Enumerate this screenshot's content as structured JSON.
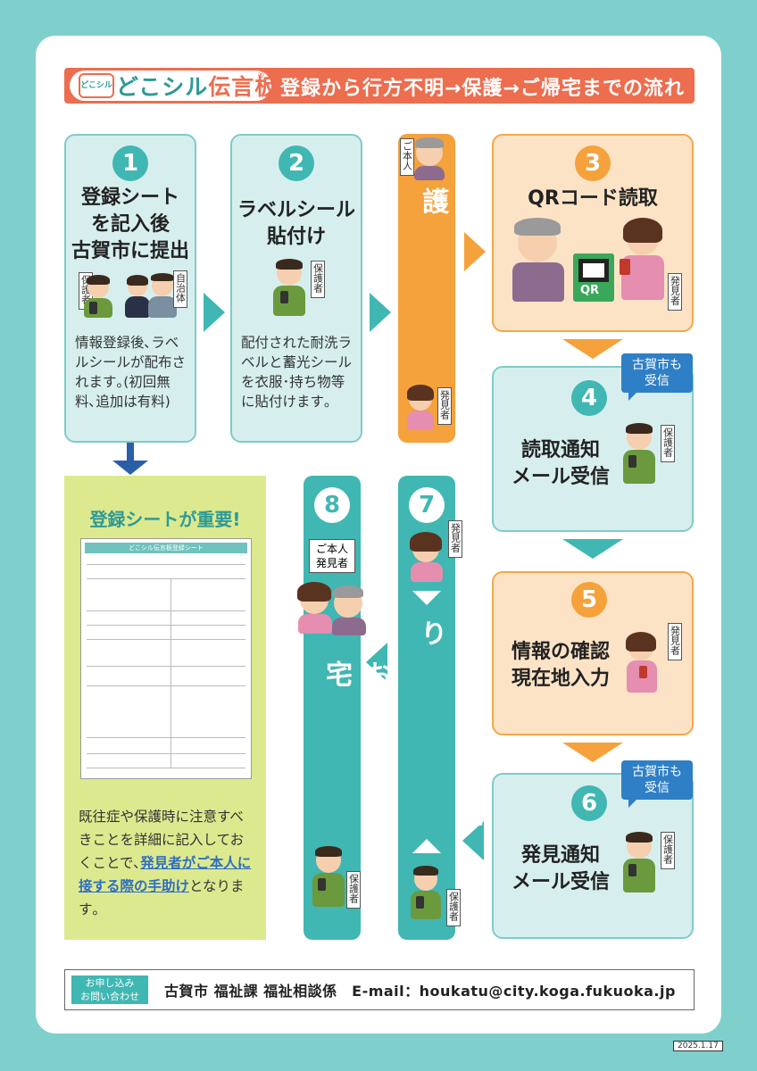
{
  "header": {
    "logo_mark": "どこシル",
    "logo_main": "どこシル",
    "logo_accent": "伝言板",
    "logo_reg": "®",
    "title": "登録から行方不明→保護→ご帰宅までの流れ"
  },
  "steps": {
    "s1": {
      "num": "1",
      "heading": "登録シート\nを記入後\n古賀市に提出",
      "label_a": "保護者",
      "label_b": "自治体",
      "body": "情報登録後､ラベルシールが配布されます｡(初回無料､追加は有料)"
    },
    "s2": {
      "num": "2",
      "heading": "ラベルシール\n貼付け",
      "label": "保護者",
      "body": "配付された耐洗ラベルと蓄光シールを衣服･持ち物等に貼付けます｡"
    },
    "missing": {
      "tag": "ご本人",
      "text": "行方不明↓保護",
      "label": "発見者"
    },
    "s3": {
      "num": "3",
      "heading": "QRコード読取",
      "qr_text": "QR",
      "label": "発見者"
    },
    "s4": {
      "num": "4",
      "heading": "読取通知\nメール受信",
      "bubble": "古賀市も\n受信",
      "label": "保護者"
    },
    "s5": {
      "num": "5",
      "heading": "情報の確認\n現在地入力",
      "label": "発見者"
    },
    "s6": {
      "num": "6",
      "heading": "発見通知\nメール受信",
      "bubble": "古賀市も\n受信",
      "label": "保護者"
    },
    "s7": {
      "num": "7",
      "text": "伝言板でやりとり",
      "label_top": "発見者",
      "label_bottom": "保護者"
    },
    "s8": {
      "num": "8",
      "tag": "ご本人\n発見者",
      "text": "お迎え↓ご帰宅",
      "label": "保護者"
    }
  },
  "sheet": {
    "title": "登録シートが重要!",
    "doc_title": "どこシル伝言板登録シート",
    "body_pre": "既往症や保護時に注意すべきことを詳細に記入しておくことで､",
    "body_highlight": "発見者がご本人に接する際の手助け",
    "body_post": "となります｡"
  },
  "footer": {
    "tag": "お申し込み\nお問い合わせ",
    "contact": "古賀市 福祉課 福祉相談係　E-mail：houkatu@city.koga.fukuoka.jp"
  },
  "date": "2025.1.17"
}
